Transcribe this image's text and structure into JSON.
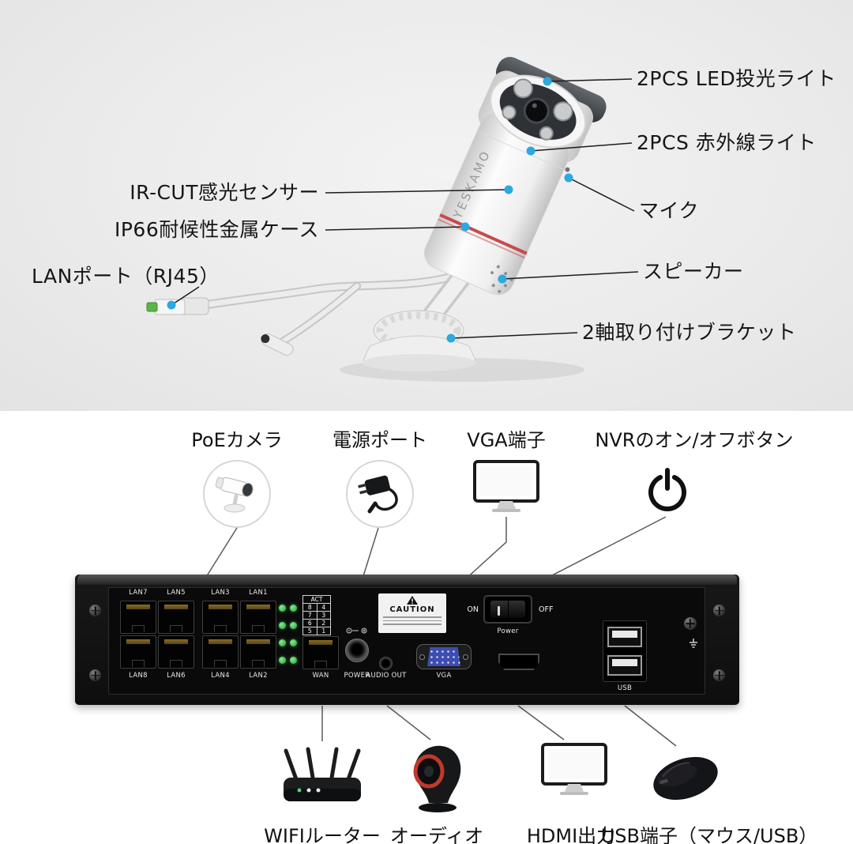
{
  "meta": {
    "brand": "YESKAMO"
  },
  "camera": {
    "callouts_right": [
      "2PCS LED投光ライト",
      "2PCS 赤外線ライト",
      "マイク",
      "スピーカー",
      "2軸取り付けブラケット"
    ],
    "callouts_left": [
      "IR-CUT感光センサー",
      "IP66耐候性金属ケース",
      "LANポート（RJ45）"
    ]
  },
  "nvr": {
    "top_items": [
      {
        "label": "PoEカメラ"
      },
      {
        "label": "電源ポート"
      },
      {
        "label": "VGA端子"
      },
      {
        "label": "NVRのオン/オフボタン"
      }
    ],
    "bottom_items": [
      {
        "label": "WIFIルーター"
      },
      {
        "label": "オーディオ"
      },
      {
        "label": "HDMI出力"
      },
      {
        "label": "USB端子（マウス/USB）"
      }
    ],
    "rear": {
      "lan_top": [
        "LAN7",
        "LAN5",
        "LAN3",
        "LAN1"
      ],
      "lan_bottom": [
        "LAN8",
        "LAN6",
        "LAN4",
        "LAN2"
      ],
      "act": "ACT",
      "act_rows": [
        [
          "8",
          "4"
        ],
        [
          "7",
          "3"
        ],
        [
          "6",
          "2"
        ],
        [
          "5",
          "1"
        ]
      ],
      "wan": "WAN",
      "power": "POWER",
      "audio_out": "AUDIO OUT",
      "vga": "VGA",
      "caution": "CAUTION",
      "switch_on": "ON",
      "switch_off": "OFF",
      "switch_label": "Power",
      "usb": "USB"
    }
  },
  "colors": {
    "callout_dot_blue": "#2ba9e0",
    "led_green": "#3cb54a",
    "vga_blue": "#3d4db0",
    "camera_stripe_red": "#c84a4a",
    "speaker_ring_red": "#c0392b",
    "section_top_bg": "#ebebeb",
    "section_bottom_bg": "#ffffff",
    "nvr_body": "#121212",
    "label_text": "#151515",
    "port_label_text": "#e8e8e8"
  }
}
